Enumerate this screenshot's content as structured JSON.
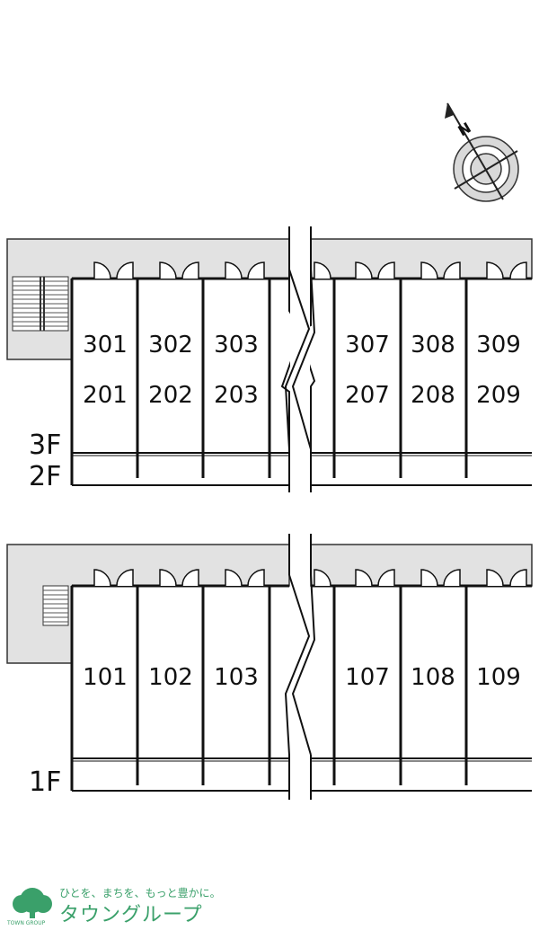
{
  "upper": {
    "top_row": [
      "301",
      "302",
      "303",
      "307",
      "308",
      "309"
    ],
    "bottom_row": [
      "201",
      "202",
      "203",
      "207",
      "208",
      "209"
    ],
    "floor_top": "3F",
    "floor_bottom": "2F"
  },
  "lower": {
    "row": [
      "101",
      "102",
      "103",
      "107",
      "108",
      "109"
    ],
    "floor": "1F"
  },
  "logo": {
    "tagline": "ひとを、まちを、もっと豊かに。",
    "name": "タウングループ",
    "small": "TOWN GROUP"
  },
  "compass": {
    "label": "N"
  },
  "colors": {
    "corridor": "#e2e2e2",
    "wall": "#111111",
    "logo_green": "#3aa06a"
  }
}
